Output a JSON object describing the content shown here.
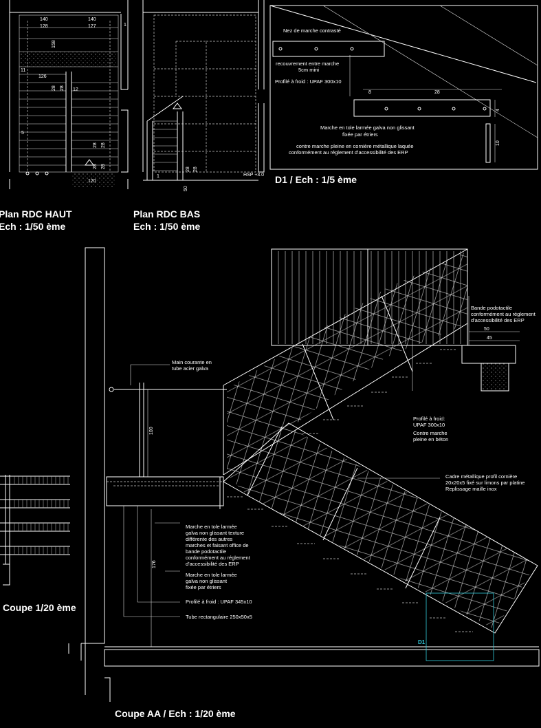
{
  "titles": {
    "plan_haut": [
      "Plan RDC HAUT",
      "Ech : 1/50 ème"
    ],
    "plan_bas": [
      "Plan RDC BAS",
      "Ech : 1/50 ème"
    ],
    "detail": "D1 / Ech : 1/5 ème",
    "coupe": "Coupe 1/20 ème",
    "coupe_aa": "Coupe AA / Ech : 1/20 ème"
  },
  "plan_haut_dims": [
    "140",
    "128",
    "140",
    "127",
    "158",
    "126",
    "11",
    "12",
    "28",
    "28",
    "5",
    "28",
    "28",
    "28",
    "28",
    "120",
    "1"
  ],
  "plan_bas_dims": [
    "28",
    "28",
    "50",
    "1",
    "HSP +3.0"
  ],
  "detail_labels": {
    "nez": "Nez de marche contrasté",
    "recouvrement": [
      "recouvrement entre marche",
      "5cm mini"
    ],
    "profile": "Profilé à froid : UPAF 300x10",
    "dims": [
      "8",
      "28",
      "4",
      "10"
    ],
    "marche": [
      "Marche en tole larmée galva non glissant",
      "fixée par étriers"
    ],
    "contre": [
      "contre marche pleine en cornière métallique laquée",
      "conformément au réglement d'accessibilité des ERP"
    ]
  },
  "coupe_labels": {
    "main_courante": [
      "Main courante en",
      "tube acier galva"
    ],
    "bande": [
      "Bande podotactile",
      "conformément au réglement",
      "d'accessibilité des ERP"
    ],
    "dims_top": [
      "50",
      "45"
    ],
    "profile_upaf": [
      "Profilé à froid:",
      "UPAF 300x10"
    ],
    "contre_marche": [
      "Contre marche",
      "pleine en béton"
    ],
    "cadre": [
      "Cadre métallique profil cornière",
      "20x20x5 fixé sur limons par platine",
      "Replissage maille inox"
    ],
    "marche_texture": [
      "Marche en tole larmée",
      "galva non glissant texture",
      "différente des autres",
      "marches et faisant office de",
      "bande podotactile",
      "conformément au réglement",
      "d'accessibilité des ERP"
    ],
    "marche_fix": [
      "Marche en tole larmée",
      "galva non glissant",
      "fixée par étriers"
    ],
    "upaf345": "Profilé à froid : UPAF 345x10",
    "tube": "Tube rectangulaire 250x50x5",
    "dim_100": "100",
    "dim_176": "176",
    "d1": "D1"
  }
}
